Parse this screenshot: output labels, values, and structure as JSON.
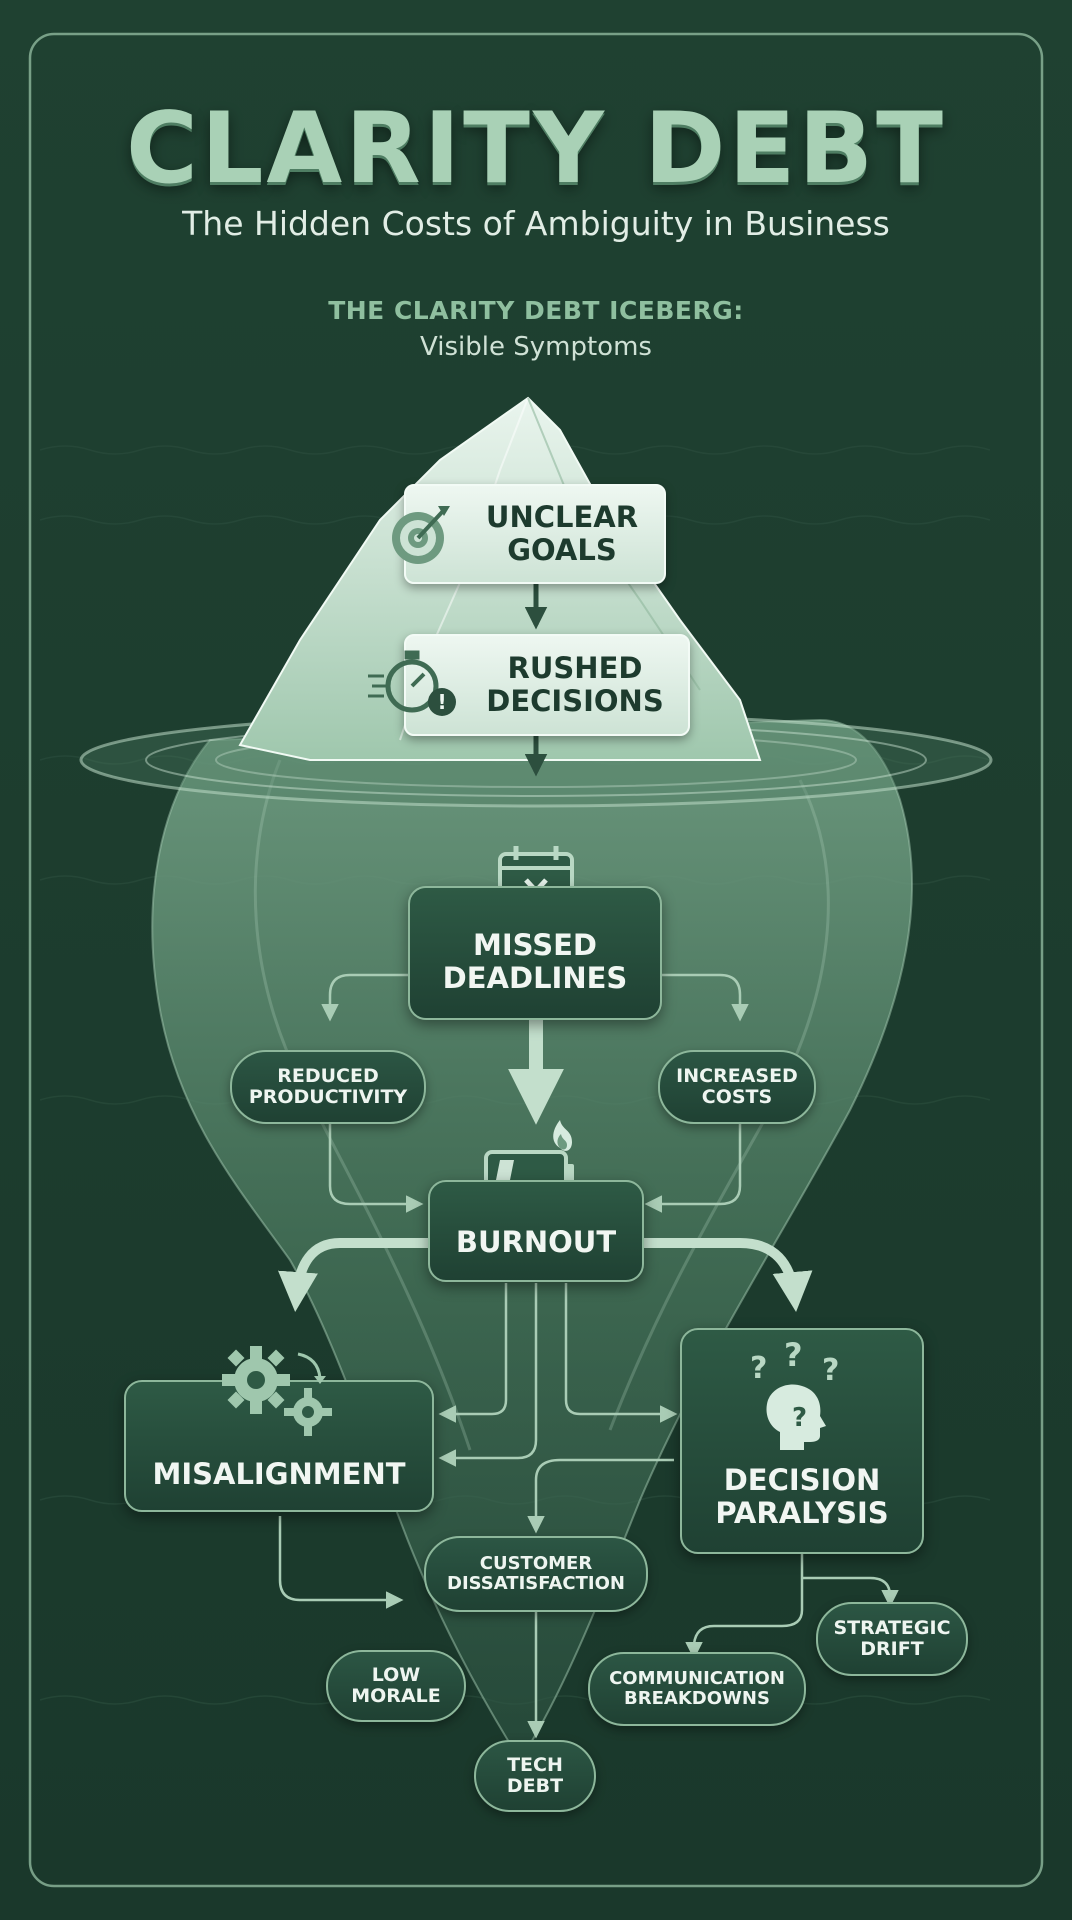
{
  "header": {
    "title": "CLARITY DEBT",
    "subtitle": "The Hidden Costs of Ambiguity in Business",
    "section_label": "THE CLARITY DEBT ICEBERG:",
    "section_sublabel": "Visible Symptoms"
  },
  "nodes": {
    "unclear_goals": [
      "UNCLEAR",
      "GOALS"
    ],
    "rushed_decisions": [
      "RUSHED",
      "DECISIONS"
    ],
    "missed_deadlines": [
      "MISSED",
      "DEADLINES"
    ],
    "reduced_productivity": [
      "REDUCED",
      "PRODUCTIVITY"
    ],
    "increased_costs": [
      "INCREASED",
      "COSTS"
    ],
    "burnout": [
      "BURNOUT"
    ],
    "misalignment": [
      "MISALIGNMENT"
    ],
    "decision_paralysis": [
      "DECISION",
      "PARALYSIS"
    ],
    "customer_dissatisfaction": [
      "CUSTOMER",
      "DISSATISFACTION"
    ],
    "low_morale": [
      "LOW",
      "MORALE"
    ],
    "tech_debt": [
      "TECH",
      "DEBT"
    ],
    "communication_breakdowns": [
      "COMMUNICATION",
      "BREAKDOWNS"
    ],
    "strategic_drift": [
      "STRATEGIC",
      "DRIFT"
    ]
  },
  "icons": {
    "unclear_goals": "target-icon",
    "rushed_decisions": "stopwatch-alert-icon",
    "missed_deadlines": "calendar-x-icon",
    "burnout": "battery-fire-icon",
    "misalignment": "gears-icon",
    "decision_paralysis": "head-question-icon"
  },
  "colors": {
    "background": "#1c3a2d",
    "iceberg_light": "#d7ebdf",
    "iceberg_mid": "#6f9c82",
    "box_dark": "#264d3b",
    "accent": "#8db79b"
  }
}
